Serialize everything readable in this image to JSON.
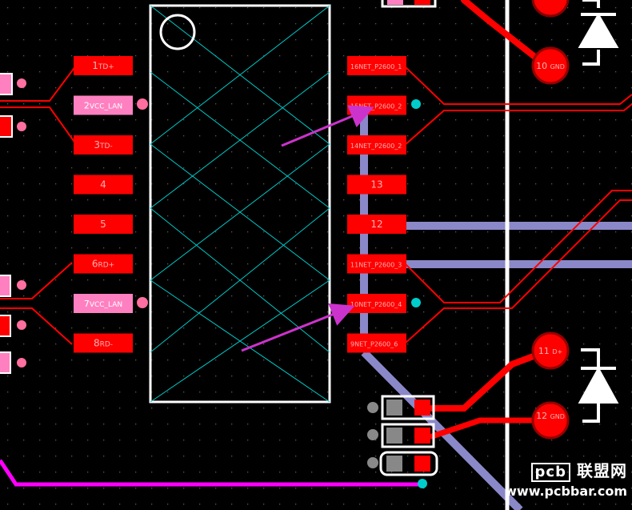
{
  "left_pads": [
    {
      "pin": "1",
      "net": "TD+"
    },
    {
      "pin": "2",
      "net": "VCC_LAN"
    },
    {
      "pin": "3",
      "net": "TD-"
    },
    {
      "pin": "4",
      "net": ""
    },
    {
      "pin": "5",
      "net": ""
    },
    {
      "pin": "6",
      "net": "RD+"
    },
    {
      "pin": "7",
      "net": "VCC_LAN"
    },
    {
      "pin": "8",
      "net": "RD-"
    }
  ],
  "right_pads": [
    {
      "pin": "16",
      "net": "NET_P2600_1"
    },
    {
      "pin": "15",
      "net": "NET_P2600_2"
    },
    {
      "pin": "14",
      "net": "NET_P2600_2"
    },
    {
      "pin": "13",
      "net": ""
    },
    {
      "pin": "12",
      "net": ""
    },
    {
      "pin": "11",
      "net": "NET_P2600_3"
    },
    {
      "pin": "10",
      "net": "NET_P2600_4"
    },
    {
      "pin": "9",
      "net": "NET_P2600_6"
    }
  ],
  "connector_pads": [
    {
      "pin": "10",
      "net": "GND"
    },
    {
      "pin": "11",
      "net": "D+"
    },
    {
      "pin": "12",
      "net": "GND"
    }
  ],
  "watermark": {
    "logo_box": "pcb",
    "logo_cn": "联盟网",
    "url": "www.pcbbar.com"
  },
  "colors": {
    "background": "#000000",
    "pad": "#ff0000",
    "pad_highlight": "#ff80c0",
    "trace_red": "#ff0000",
    "trace_blue": "#8a88c8",
    "trace_magenta": "#ff00ff",
    "outline": "#ffffff",
    "hatch": "#00c8c8",
    "via": "#ff6fa0",
    "via_cyan": "#00cccc",
    "arrow": "#cc33cc"
  }
}
